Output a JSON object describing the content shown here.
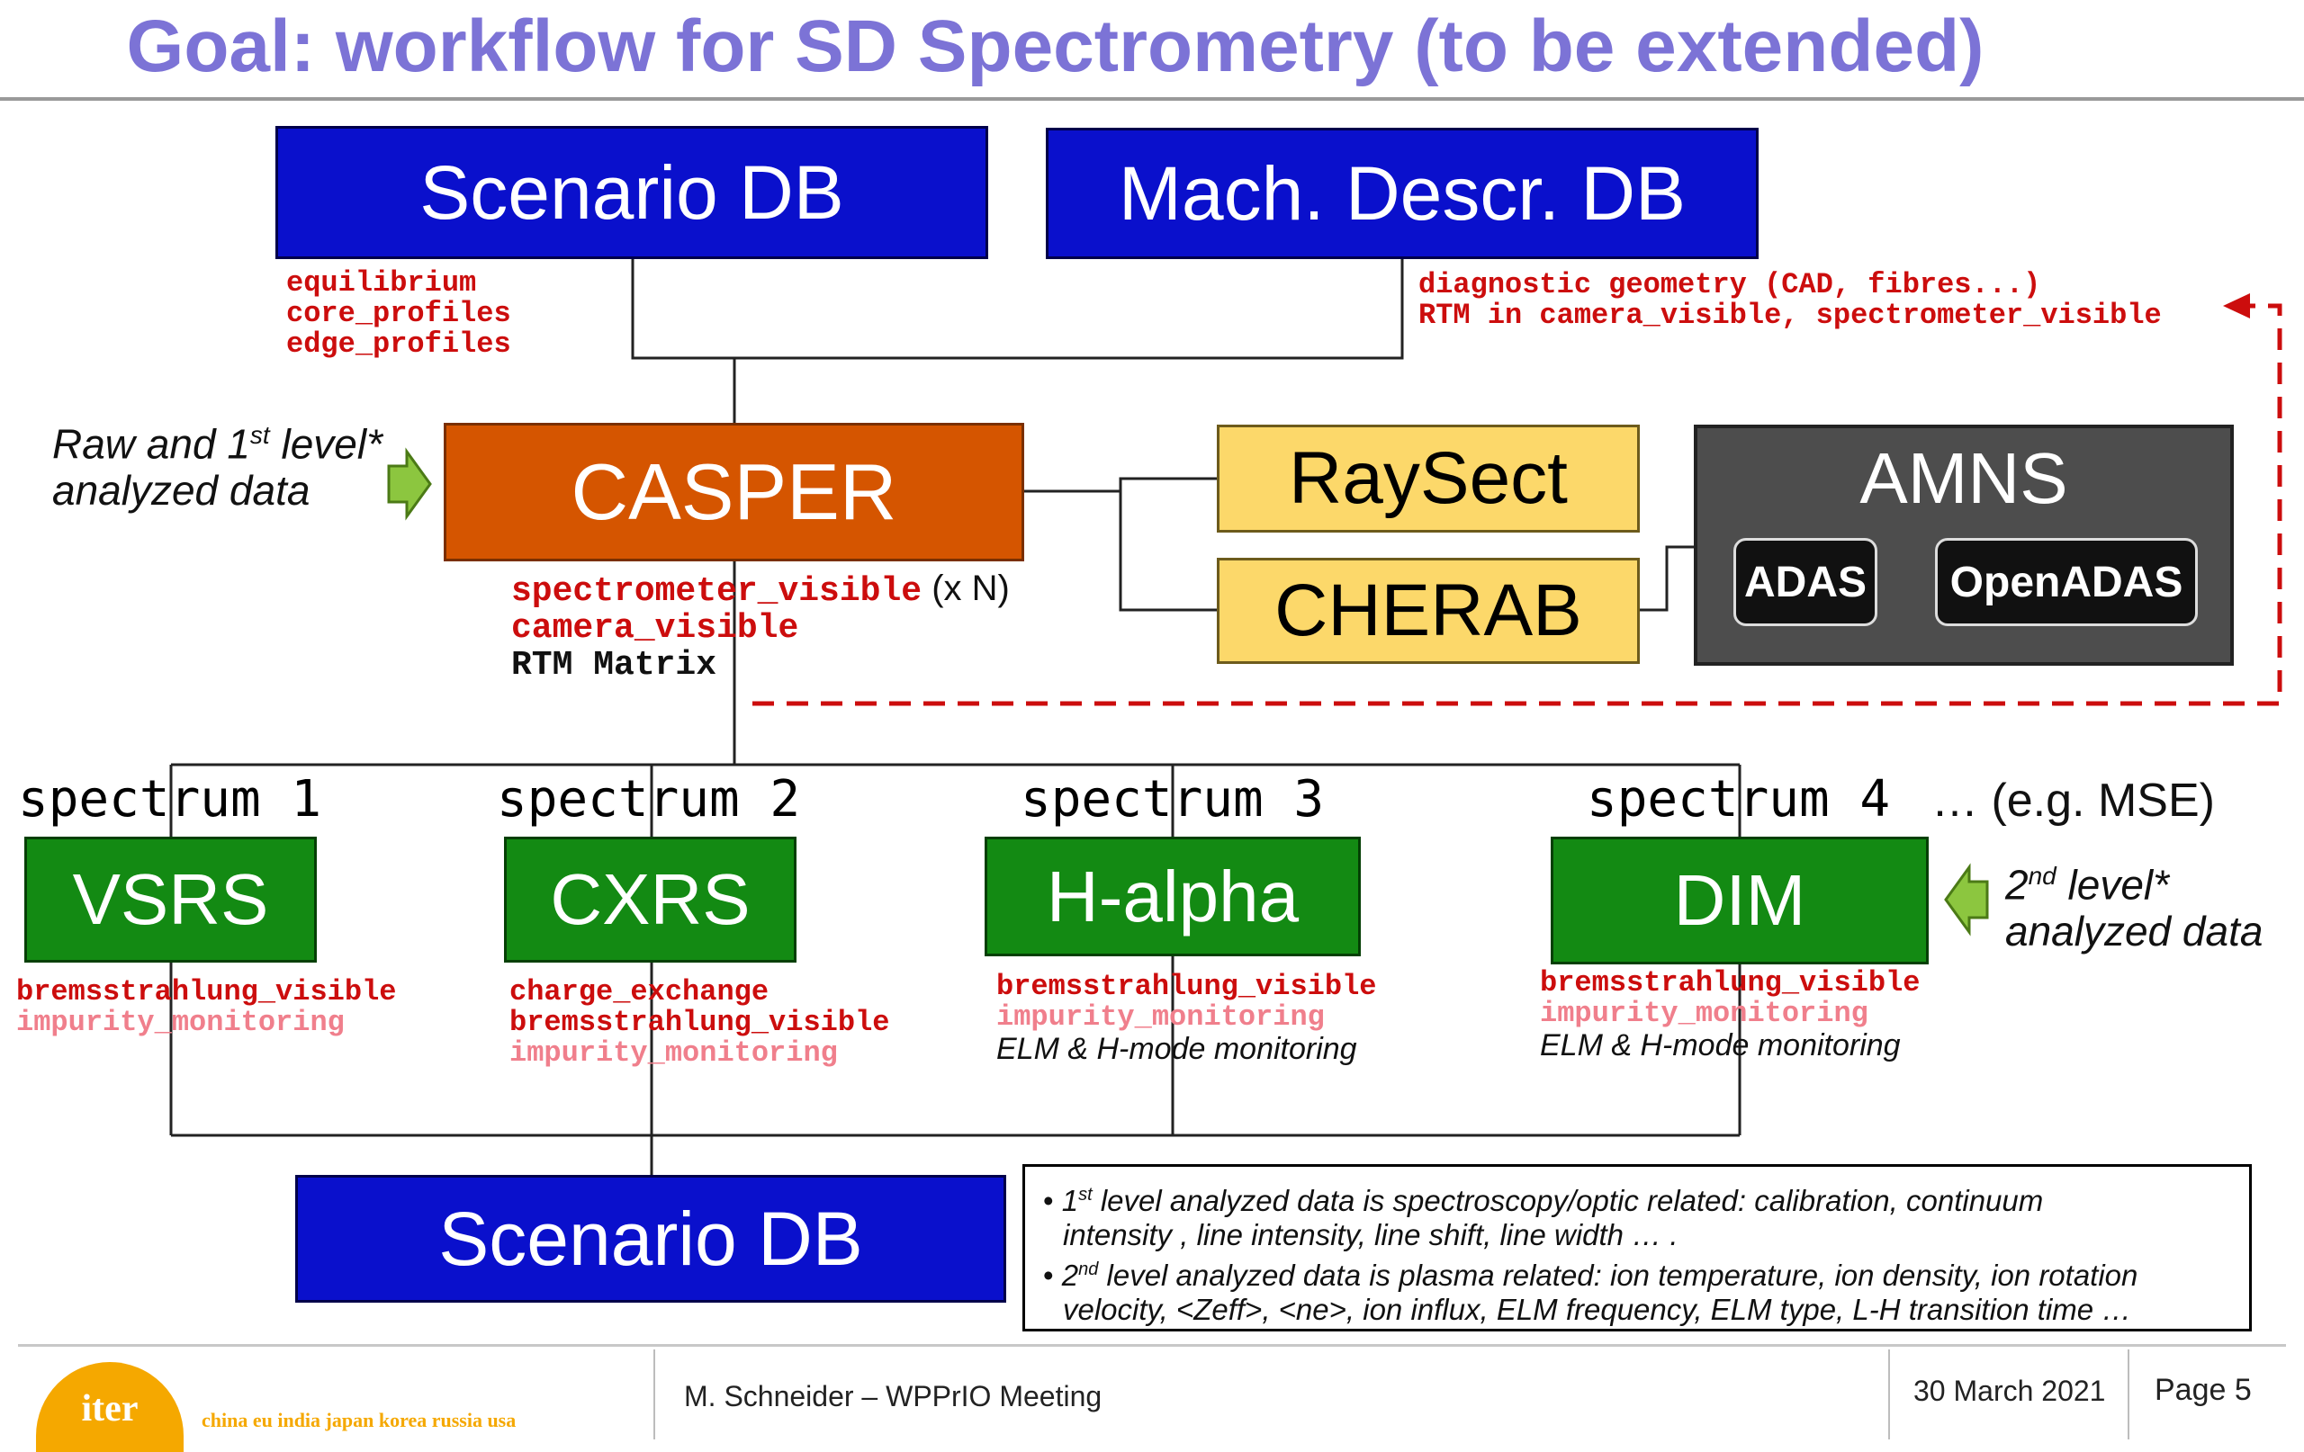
{
  "slide": {
    "title": "Goal: workflow for SD Spectrometry (to be extended)"
  },
  "top_boxes": {
    "scenario_db": "Scenario DB",
    "mach_descr_db": "Mach. Descr. DB"
  },
  "top_labels": {
    "scenario": [
      "equilibrium",
      "core_profiles",
      "edge_profiles"
    ],
    "mach": [
      "diagnostic geometry (CAD, fibres...)",
      "RTM in camera_visible, spectrometer_visible"
    ]
  },
  "raw_input": {
    "line1_pre": "Raw and 1",
    "line1_sup": "st",
    "line1_post": " level*",
    "line2": "analyzed data"
  },
  "casper": {
    "label": "CASPER",
    "outputs": [
      "spectrometer_visible",
      "camera_visible",
      "RTM Matrix"
    ],
    "multiplier": "(x N)"
  },
  "tools": {
    "raysect": "RaySect",
    "cherab": "CHERAB"
  },
  "amns": {
    "title": "AMNS",
    "adas": "ADAS",
    "openadas": "OpenADAS"
  },
  "spectra": [
    {
      "label": "spectrum 1",
      "box": "VSRS",
      "lines": [
        {
          "text": "bremsstrahlung_visible",
          "style": "red"
        },
        {
          "text": "impurity_monitoring",
          "style": "pink"
        }
      ]
    },
    {
      "label": "spectrum 2",
      "box": "CXRS",
      "lines": [
        {
          "text": "charge_exchange",
          "style": "red"
        },
        {
          "text": "bremsstrahlung_visible",
          "style": "red"
        },
        {
          "text": "impurity_monitoring",
          "style": "pink"
        }
      ]
    },
    {
      "label": "spectrum 3",
      "box": "H-alpha",
      "lines": [
        {
          "text": "bremsstrahlung_visible",
          "style": "red"
        },
        {
          "text": "impurity_monitoring",
          "style": "pink"
        },
        {
          "text": "ELM & H-mode monitoring",
          "style": "italic"
        }
      ]
    },
    {
      "label": "spectrum 4",
      "box": "DIM",
      "lines": [
        {
          "text": "bremsstrahlung_visible",
          "style": "red"
        },
        {
          "text": "impurity_monitoring",
          "style": "pink"
        },
        {
          "text": "ELM & H-mode monitoring",
          "style": "italic"
        }
      ]
    }
  ],
  "spectrum_extra": "… (e.g. MSE)",
  "second_level": {
    "line1_pre": "2",
    "line1_sup": "nd",
    "line1_post": " level*",
    "line2": "analyzed data"
  },
  "bottom_box": "Scenario DB",
  "notes": {
    "bullet": "•",
    "n1_pre": "1",
    "n1_sup": "st",
    "n1_post": " level analyzed data is spectroscopy/optic related:  calibration, continuum",
    "n1_cont": "intensity , line intensity, line shift, line width … .",
    "n2_pre": "2",
    "n2_sup": "nd",
    "n2_post": " level analyzed data is plasma related: ion temperature, ion density, ion rotation",
    "n2_cont": "velocity, <Zeff>, <ne>, ion influx, ELM frequency, ELM type, L-H transition time …"
  },
  "footer": {
    "logo_text": "iter",
    "partners": "china eu india japan korea russia usa",
    "author": "M. Schneider – WPPrIO Meeting",
    "date": "30 March 2021",
    "page": "Page 5"
  },
  "colors": {
    "title": "#7c73d6",
    "db_blue": "#0a10cc",
    "casper_orange": "#d55500",
    "tool_yellow": "#fcd86a",
    "diag_green": "#138a13",
    "amns_gray": "#4d4d4d",
    "ids_red": "#cc0d0d",
    "ids_pink": "#f07f8c",
    "arrow_green": "#8cc63f",
    "feedback_red": "#cc0d0d",
    "logo_orange": "#f5a800"
  }
}
